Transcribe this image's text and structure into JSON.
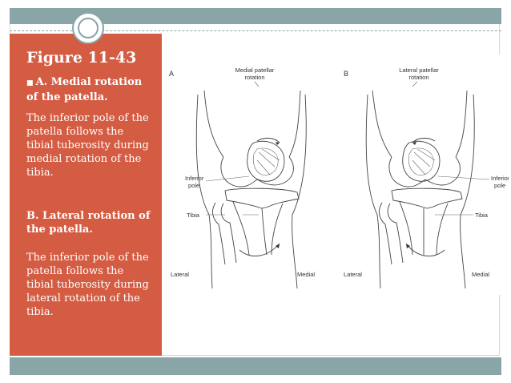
{
  "figure": {
    "title": "Figure 11-43",
    "section_a": {
      "heading": "A. Medial rotation of the patella.",
      "body": "The inferior pole of the patella follows the tibial tuberosity during medial rotation of  the tibia."
    },
    "section_b": {
      "heading": "B. Lateral rotation of the patella.",
      "body": "The inferior pole of the patella follows the tibial tuberosity during lateral rotation of the tibia."
    }
  },
  "diagram": {
    "panel_a": {
      "letter": "A",
      "title_line1": "Medial patellar",
      "title_line2": "rotation",
      "inferior_line1": "Inferior",
      "inferior_line2": "pole",
      "tibia": "Tibia",
      "lateral": "Lateral",
      "medial": "Medial"
    },
    "panel_b": {
      "letter": "B",
      "title_line1": "Lateral patellar",
      "title_line2": "rotation",
      "inferior_line1": "Inferior",
      "inferior_line2": "pole",
      "tibia": "Tibia",
      "lateral": "Lateral",
      "medial": "Medial"
    }
  },
  "colors": {
    "accent_panel": "#d45c43",
    "bar": "#8aa5a7"
  }
}
